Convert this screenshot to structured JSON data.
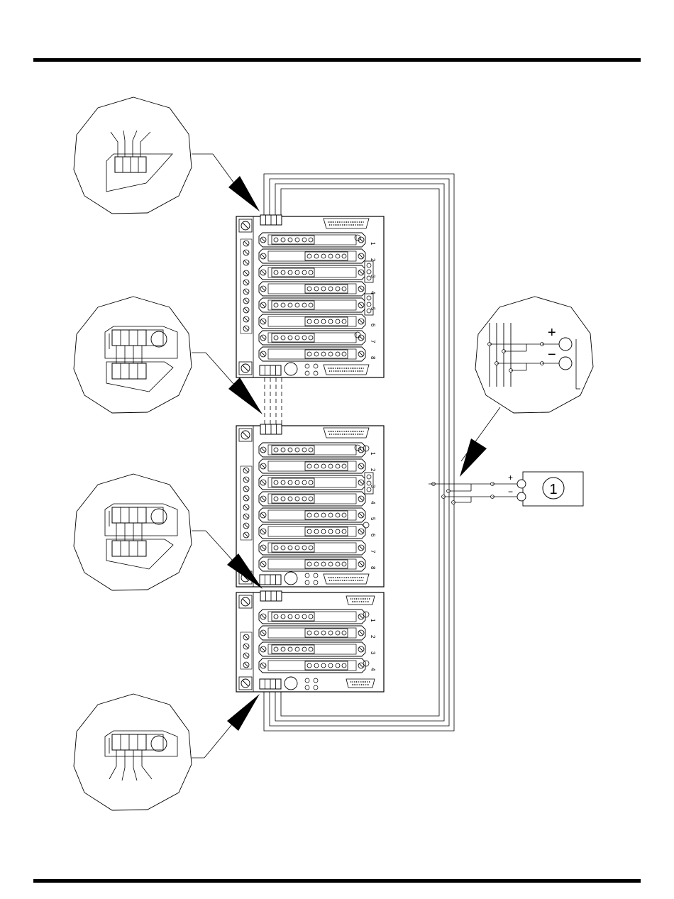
{
  "rack_upper": {
    "slot_numbers": [
      "1",
      "2",
      "3",
      "4",
      "5",
      "6",
      "7",
      "8"
    ]
  },
  "rack_middle": {
    "slot_numbers": [
      "1",
      "2",
      "3",
      "4",
      "5",
      "6",
      "7",
      "8"
    ]
  },
  "rack_lower": {
    "slot_numbers": [
      "1",
      "2",
      "3",
      "4"
    ]
  },
  "power_detail": {
    "plus_label": "+",
    "minus_label": "−"
  },
  "power_supply": {
    "plus_label": "+",
    "minus_label": "−",
    "callout_number": "1"
  },
  "colors": {
    "line": "#000000",
    "background": "#ffffff"
  }
}
